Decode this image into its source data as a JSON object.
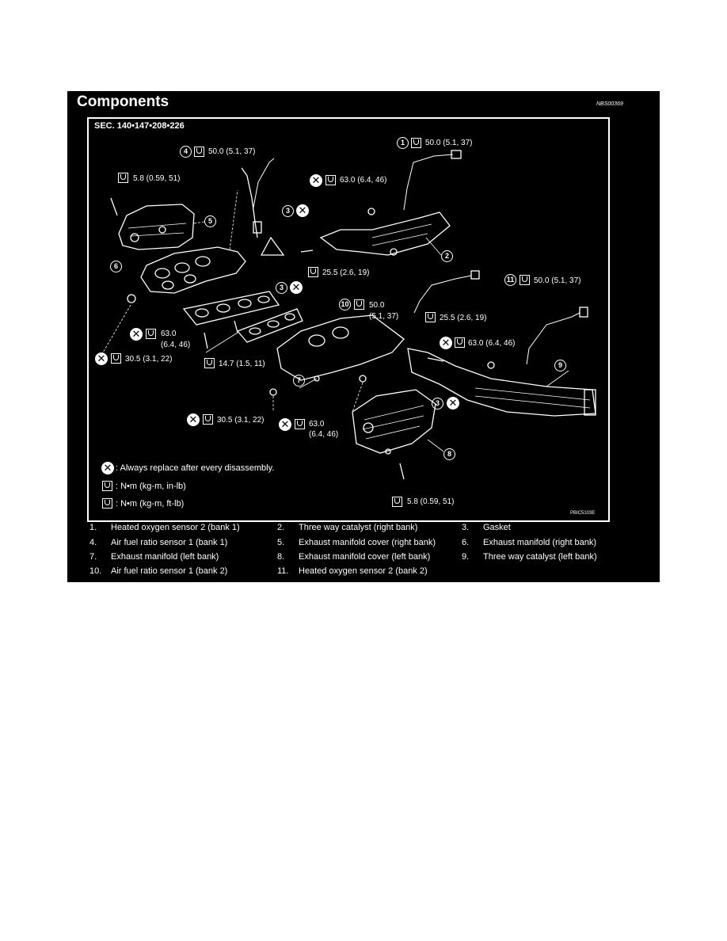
{
  "heading": "Components",
  "ref_code": "NBS00369",
  "section": "SEC. 140•147•208•226",
  "picture_id": "PBIC5103E",
  "callouts": {
    "c1": {
      "num": "1",
      "torque": "50.0 (5.1, 37)"
    },
    "c4": {
      "num": "4",
      "torque": "50.0 (5.1, 37)"
    },
    "c5_bolt": "5.8 (0.59, 51)",
    "nut_right": "63.0 (6.4, 46)",
    "c2": "2",
    "c3a": "3",
    "c3b": "3",
    "c3c": "3",
    "stud_right": "25.5 (2.6, 19)",
    "c5": "5",
    "c6": "6",
    "c7": "7",
    "c8": "8",
    "c9": "9",
    "c10": {
      "num": "10",
      "torque_a": "50.0",
      "torque_b": "(5.1, 37)"
    },
    "c11": {
      "num": "11",
      "torque": "50.0 (5.1, 37)"
    },
    "stud_left": "25.5 (2.6, 19)",
    "nut_left_cat": "63.0 (6.4, 46)",
    "nut_mid_a": "63.0",
    "nut_mid_b": "(6.4, 46)",
    "nut_left_side": "30.5 (3.1, 22)",
    "stud_bank": "14.7 (1.5, 11)",
    "nut_bottom": "30.5 (3.1, 22)",
    "nut_bottom_mid_a": "63.0",
    "nut_bottom_mid_b": "(6.4, 46)",
    "c8_bolt": "5.8 (0.59, 51)"
  },
  "legend": [
    {
      "symbol": "replace-icon",
      "text": ": Always replace after every disassembly."
    },
    {
      "symbol": "torque-inlb-icon",
      "text": ": N•m (kg-m, in-lb)"
    },
    {
      "symbol": "torque-ftlb-icon",
      "text": ": N•m (kg-m, ft-lb)"
    }
  ],
  "components": [
    {
      "num": "1.",
      "name": "Heated oxygen sensor 2 (bank 1)"
    },
    {
      "num": "2.",
      "name": "Three way catalyst (right bank)"
    },
    {
      "num": "3.",
      "name": "Gasket"
    },
    {
      "num": "4.",
      "name": "Air fuel ratio sensor 1 (bank 1)"
    },
    {
      "num": "5.",
      "name": "Exhaust manifold cover (right bank)"
    },
    {
      "num": "6.",
      "name": "Exhaust manifold (right bank)"
    },
    {
      "num": "7.",
      "name": "Exhaust manifold (left bank)"
    },
    {
      "num": "8.",
      "name": "Exhaust manifold cover (left bank)"
    },
    {
      "num": "9.",
      "name": "Three way catalyst (left bank)"
    },
    {
      "num": "10.",
      "name": "Air fuel ratio sensor 1 (bank 2)"
    },
    {
      "num": "11.",
      "name": "Heated oxygen sensor 2 (bank 2)"
    }
  ],
  "colors": {
    "background": "#000000",
    "ink": "#ffffff",
    "page": "#ffffff"
  }
}
